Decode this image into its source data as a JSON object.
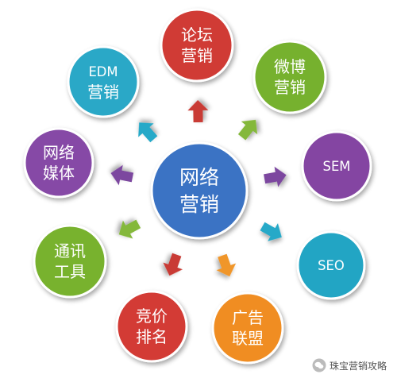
{
  "diagram": {
    "center": {
      "lines": [
        "网络",
        "营销"
      ],
      "color": "#3a73c4"
    },
    "nodes": [
      {
        "id": "luntan",
        "lines": [
          "论坛",
          "营销"
        ],
        "color": "#d03a36",
        "arrow_color": "#c93a35"
      },
      {
        "id": "weibo",
        "lines": [
          "微博",
          "营销"
        ],
        "color": "#76b12d",
        "arrow_color": "#84b83a"
      },
      {
        "id": "sem",
        "lines": [
          "SEM"
        ],
        "color": "#8444a2",
        "arrow_color": "#7c479f"
      },
      {
        "id": "seo",
        "lines": [
          "SEO"
        ],
        "color": "#22a5c4",
        "arrow_color": "#28a9c8"
      },
      {
        "id": "guanggao",
        "lines": [
          "广告",
          "联盟"
        ],
        "color": "#f08d21",
        "arrow_color": "#f0962c"
      },
      {
        "id": "jingjia",
        "lines": [
          "竞价",
          "排名"
        ],
        "color": "#d33b36",
        "arrow_color": "#c93a35"
      },
      {
        "id": "tongxun",
        "lines": [
          "通讯",
          "工具"
        ],
        "color": "#78b22e",
        "arrow_color": "#84b83a"
      },
      {
        "id": "wangluomeiti",
        "lines": [
          "网络",
          "媒体"
        ],
        "color": "#8648a6",
        "arrow_color": "#7c479f"
      },
      {
        "id": "edm",
        "lines": [
          "EDM",
          "营销"
        ],
        "color": "#2aa8c7",
        "arrow_color": "#28a9c8"
      }
    ]
  },
  "watermark": {
    "text": "珠宝营销攻略",
    "icon": "wechat-icon"
  }
}
